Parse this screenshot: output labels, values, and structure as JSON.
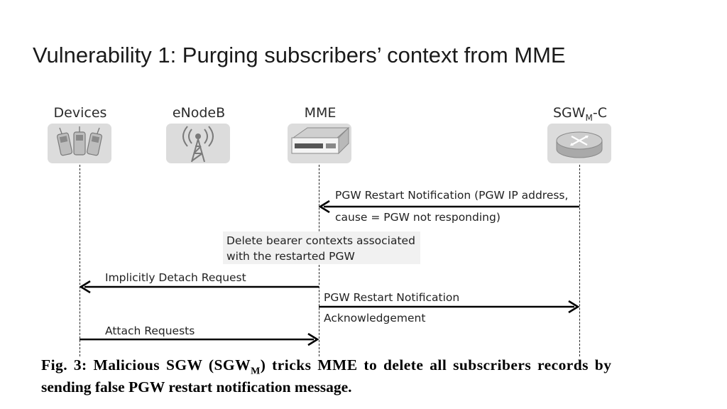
{
  "slide": {
    "title": "Vulnerability 1: Purging subscribers’ context from MME"
  },
  "entities": [
    {
      "label": "Devices",
      "icon": "mobile-devices-icon"
    },
    {
      "label": "eNodeB",
      "icon": "cell-tower-icon"
    },
    {
      "label": "MME",
      "icon": "server-icon"
    },
    {
      "label_main": "SGW",
      "label_sub": "M",
      "label_suffix": "-C",
      "icon": "router-icon"
    }
  ],
  "messages": {
    "pgw_restart": {
      "line1": "PGW Restart Notification (PGW IP address,",
      "line2": "cause = PGW not responding)"
    },
    "note": {
      "line1": "Delete bearer contexts associated",
      "line2": "with the restarted PGW"
    },
    "detach": {
      "label": "Implicitly Detach Request"
    },
    "ack": {
      "line1": "PGW Restart Notification",
      "line2": "Acknowledgement"
    },
    "attach": {
      "label": "Attach Requests"
    }
  },
  "caption": {
    "line1_a": "Fig. 3: Malicious SGW (SGW",
    "line1_sub": "M",
    "line1_b": ") tricks MME to delete all subscribers records by",
    "line2": "sending false PGW restart notification message."
  },
  "colors": {
    "tile": "#dcdcdc",
    "arrow": "#000000",
    "note_bg": "#f1f1f1"
  }
}
